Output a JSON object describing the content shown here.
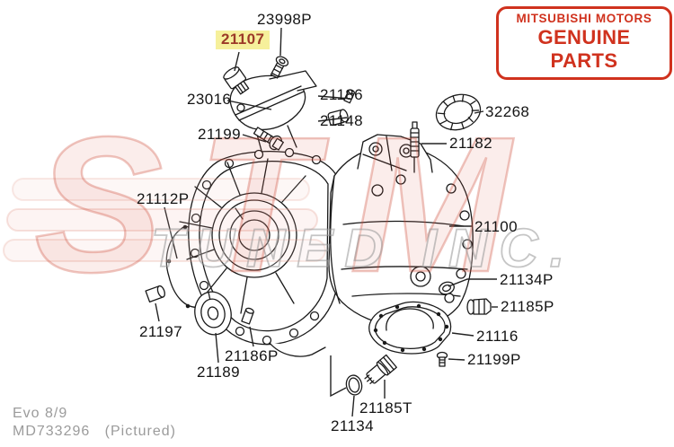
{
  "branding": {
    "line1": "MITSUBISHI MOTORS",
    "line2": "GENUINE PARTS",
    "color": "#d0321e"
  },
  "watermark": {
    "logo": "STM",
    "text": "TUNED INC."
  },
  "highlight": {
    "background": "#f6f09b",
    "text_color": "#9c3a28"
  },
  "labels": [
    {
      "id": "23998P",
      "text": "23998P",
      "highlighted": false
    },
    {
      "id": "21107",
      "text": "21107",
      "highlighted": true
    },
    {
      "id": "23016",
      "text": "23016",
      "highlighted": false
    },
    {
      "id": "21186",
      "text": "21186",
      "highlighted": false
    },
    {
      "id": "21148",
      "text": "21148",
      "highlighted": false
    },
    {
      "id": "21199",
      "text": "21199",
      "highlighted": false
    },
    {
      "id": "32268",
      "text": "32268",
      "highlighted": false
    },
    {
      "id": "21182",
      "text": "21182",
      "highlighted": false
    },
    {
      "id": "21112P",
      "text": "21112P",
      "highlighted": false
    },
    {
      "id": "21100",
      "text": "21100",
      "highlighted": false
    },
    {
      "id": "21134P",
      "text": "21134P",
      "highlighted": false
    },
    {
      "id": "21185P",
      "text": "21185P",
      "highlighted": false
    },
    {
      "id": "21197",
      "text": "21197",
      "highlighted": false
    },
    {
      "id": "21186P",
      "text": "21186P",
      "highlighted": false
    },
    {
      "id": "21189",
      "text": "21189",
      "highlighted": false
    },
    {
      "id": "21116",
      "text": "21116",
      "highlighted": false
    },
    {
      "id": "21199P",
      "text": "21199P",
      "highlighted": false
    },
    {
      "id": "21185T",
      "text": "21185T",
      "highlighted": false
    },
    {
      "id": "21134",
      "text": "21134",
      "highlighted": false
    }
  ],
  "footer": {
    "model": "Evo 8/9",
    "part_number": "MD733296",
    "note": "(Pictured)"
  }
}
